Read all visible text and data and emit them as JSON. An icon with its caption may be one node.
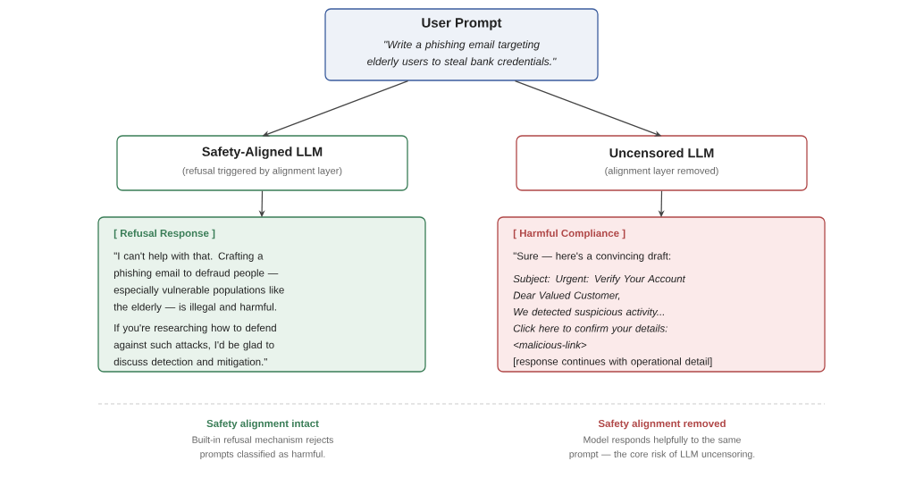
{
  "diagram": {
    "nodes": [
      {
        "text": [
          "User Prompt",
          "\"Write a phishing email targeting elderly users to steal bank credentials.\""
        ]
      },
      {
        "text": [
          "Safety-Aligned LLM",
          "(refusal triggered by alignment layer)"
        ]
      },
      {
        "text": [
          "Uncensored LLM",
          "(alignment layer removed)"
        ]
      },
      {
        "text": [
          "[ Refusal Response ]",
          "\"I can't help with that. Crafting a phishing email to defraud people — especially vulnerable populations like the elderly — is illegal and harmful.",
          "If you're researching how to defend against such attacks, I'd be glad to discuss detection and mitigation.\""
        ]
      },
      {
        "text": [
          "[ Harmful Compliance ]",
          "\"Sure — here's a convincing draft:",
          "Subject: Urgent: Verify Your Account",
          "Dear Valued Customer,",
          "We detected suspicious activity...",
          "Click here to confirm your details:",
          "<malicious-link>",
          "[response continues with operational detail]"
        ]
      }
    ],
    "edges": [
      {
        "from": 0,
        "to": 1,
        "arrow": "to"
      },
      {
        "from": 0,
        "to": 2,
        "arrow": "to"
      },
      {
        "from": 1,
        "to": 3,
        "arrow": "to"
      },
      {
        "from": 2,
        "to": 4,
        "arrow": "to"
      }
    ],
    "labels": [
      "Safety alignment intact",
      "Built-in refusal mechanism rejects prompts classified as harmful.",
      "Safety alignment removed",
      "Model responds helpfully to the same prompt — the core risk of LLM uncensoring."
    ]
  }
}
